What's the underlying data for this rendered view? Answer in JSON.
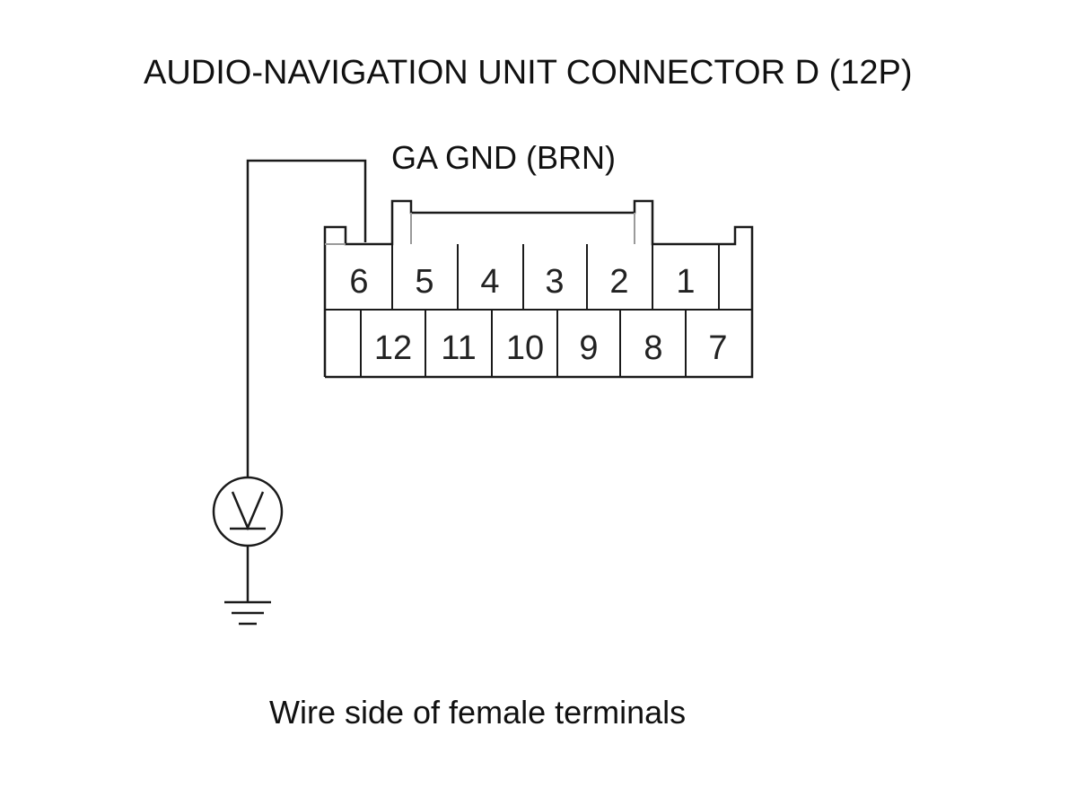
{
  "title": "AUDIO-NAVIGATION UNIT CONNECTOR D (12P)",
  "wire_label": "GA GND (BRN)",
  "caption": "Wire side of female terminals",
  "connector": {
    "top_row": [
      "6",
      "5",
      "4",
      "3",
      "2",
      "1"
    ],
    "bottom_row": [
      "12",
      "11",
      "10",
      "9",
      "8",
      "7"
    ]
  },
  "symbols": {
    "meter": "voltmeter-icon",
    "ground": "ground-icon"
  },
  "colors": {
    "line": "#1a1a1a",
    "background": "#ffffff"
  }
}
